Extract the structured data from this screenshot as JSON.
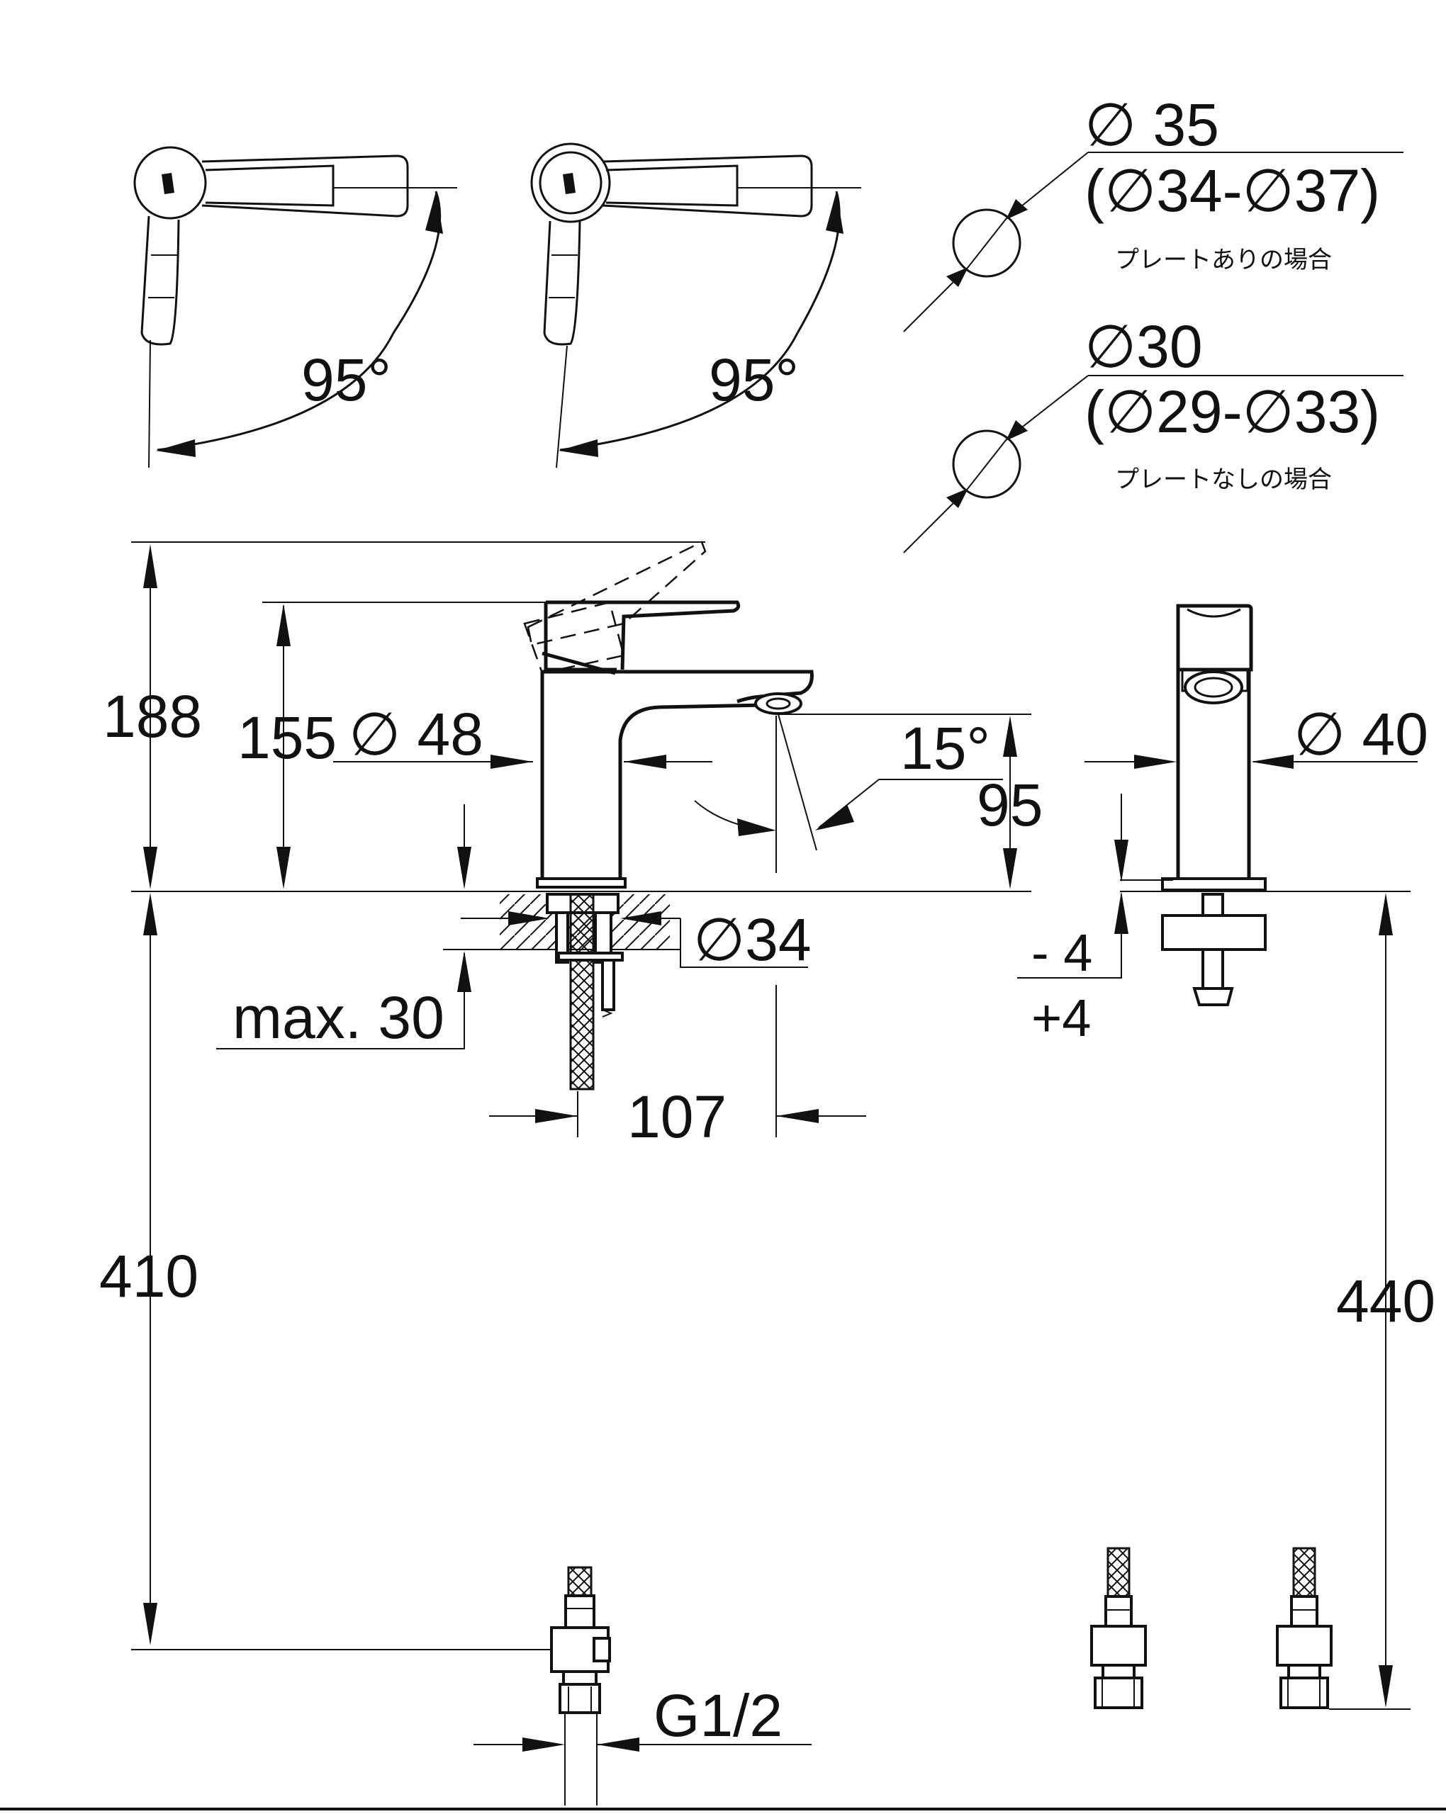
{
  "handle_rotation": {
    "left_angle": "95°",
    "right_angle": "95°"
  },
  "hole_diameters": {
    "with_plate": {
      "nominal": "∅ 35",
      "range": "(∅34-∅37)",
      "note": "プレートありの場合"
    },
    "without_plate": {
      "nominal": "∅30",
      "range": "(∅29-∅33)",
      "note": "プレートなしの場合"
    }
  },
  "front_view": {
    "total_height": "188",
    "spout_height": "155",
    "body_diameter": "∅ 48",
    "spout_angle": "15°",
    "outlet_height": "95",
    "shank_diameter": "∅34",
    "max_deck_thickness": "max. 30",
    "projection": "107"
  },
  "side_view": {
    "diameter": "∅ 40",
    "adjust_minus": "- 4",
    "adjust_plus": "+4"
  },
  "hoses": {
    "left_length": "410",
    "right_length": "440",
    "thread": "G1/2"
  }
}
